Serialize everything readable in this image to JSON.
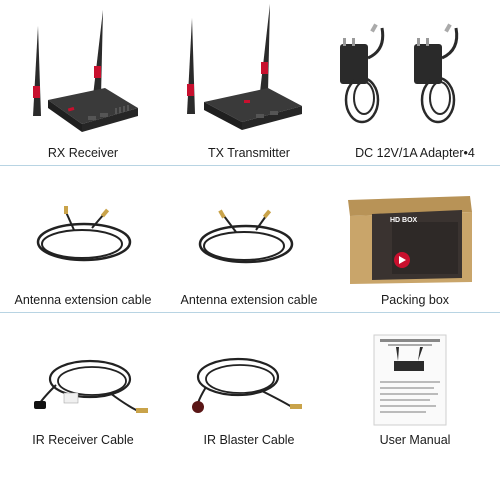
{
  "rows": [
    {
      "items": [
        {
          "caption": "RX Receiver",
          "icon": "rx-receiver-icon"
        },
        {
          "caption": "TX Transmitter",
          "icon": "tx-transmitter-icon"
        },
        {
          "caption": "DC 12V/1A  Adapter•4",
          "icon": "power-adapter-icon"
        }
      ]
    },
    {
      "items": [
        {
          "caption": "Antenna extension cable",
          "icon": "antenna-cable-icon"
        },
        {
          "caption": "Antenna extension cable",
          "icon": "antenna-cable-icon"
        },
        {
          "caption": "Packing box",
          "icon": "packing-box-icon"
        }
      ]
    },
    {
      "items": [
        {
          "caption": "IR Receiver Cable",
          "icon": "ir-receiver-cable-icon"
        },
        {
          "caption": "IR Blaster Cable",
          "icon": "ir-blaster-cable-icon"
        },
        {
          "caption": "User Manual",
          "icon": "user-manual-icon"
        }
      ]
    }
  ],
  "box_label": "HD BOX",
  "colors": {
    "device": "#2b2b2b",
    "accent": "#c8102e",
    "divider": "#b8d4e3",
    "box": "#c9a56a"
  }
}
